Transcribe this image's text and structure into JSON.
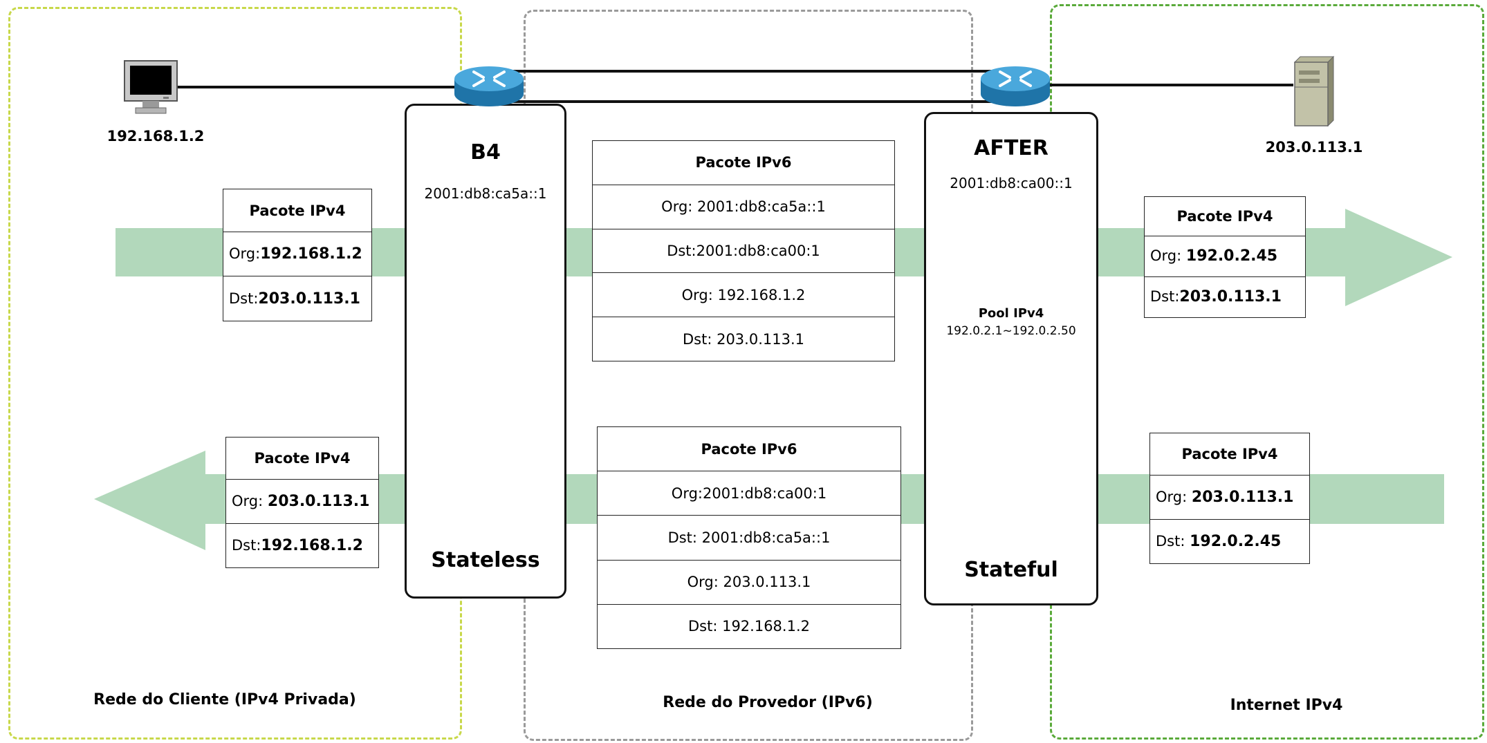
{
  "zones": {
    "client": "Rede do Cliente (IPv4 Privada)",
    "provider": "Rede do Provedor (IPv6)",
    "internet": "Internet IPv4"
  },
  "hosts": {
    "client_ip": "192.168.1.2",
    "server_ip": "203.0.113.1"
  },
  "b4": {
    "title": "B4",
    "address": "2001:db8:ca5a::1",
    "mode": "Stateless"
  },
  "after": {
    "title": "AFTER",
    "address": "2001:db8:ca00::1",
    "pool_title": "Pool IPv4",
    "pool_range": "192.0.2.1~192.0.2.50",
    "mode": "Stateful"
  },
  "packets": {
    "up_client": {
      "header": "Pacote IPv4",
      "org_label": "Org:",
      "org": "192.168.1.2",
      "dst_label": "Dst:",
      "dst": "203.0.113.1"
    },
    "up_ipv6": {
      "header": "Pacote IPv6",
      "row1": "Org: 2001:db8:ca5a::1",
      "row2": "Dst:2001:db8:ca00:1",
      "row3": "Org: 192.168.1.2",
      "row4": "Dst: 203.0.113.1"
    },
    "up_internet": {
      "header": "Pacote IPv4",
      "org_label": "Org:",
      "org": "192.0.2.45",
      "dst_label": "Dst:",
      "dst": "203.0.113.1"
    },
    "down_client": {
      "header": "Pacote IPv4",
      "org_label": "Org:",
      "org": "203.0.113.1",
      "dst_label": "Dst:",
      "dst": "192.168.1.2"
    },
    "down_ipv6": {
      "header": "Pacote IPv6",
      "row1": "Org:2001:db8:ca00:1",
      "row2": "Dst: 2001:db8:ca5a::1",
      "row3": "Org: 203.0.113.1",
      "row4": "Dst: 192.168.1.2"
    },
    "down_internet": {
      "header": "Pacote IPv4",
      "org_label": "Org:",
      "org": "203.0.113.1",
      "dst_label": "Dst:",
      "dst": "192.0.2.45"
    }
  },
  "colors": {
    "client_zone": "#c8d84a",
    "provider_zone": "#9a9a9a",
    "internet_zone": "#5aaa3a",
    "flow_arrow": "#b2d8bb",
    "router": "#2b8cc4"
  },
  "icons": [
    "computer-icon",
    "router-icon",
    "server-icon"
  ]
}
